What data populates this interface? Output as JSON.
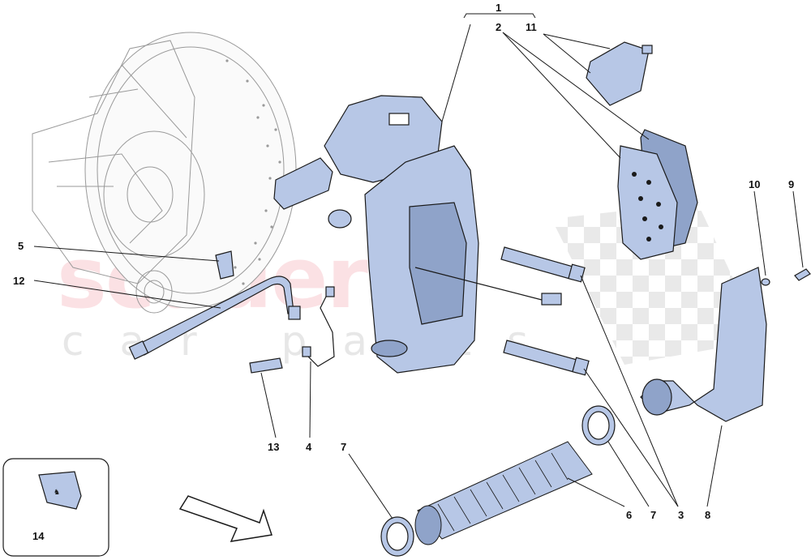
{
  "watermark": {
    "brand": "scuderia",
    "sub": "car parts"
  },
  "colors": {
    "part_fill": "#b7c7e6",
    "part_dark": "#8fa3c9",
    "outline": "#1a1a1a",
    "wireframe": "#9a9a9a"
  },
  "callouts": {
    "c1": "1",
    "c2": "2",
    "c11": "11",
    "c10": "10",
    "c9": "9",
    "c5": "5",
    "c12": "12",
    "c13": "13",
    "c4": "4",
    "c7a": "7",
    "c6": "6",
    "c7b": "7",
    "c3": "3",
    "c8": "8",
    "c14": "14"
  }
}
